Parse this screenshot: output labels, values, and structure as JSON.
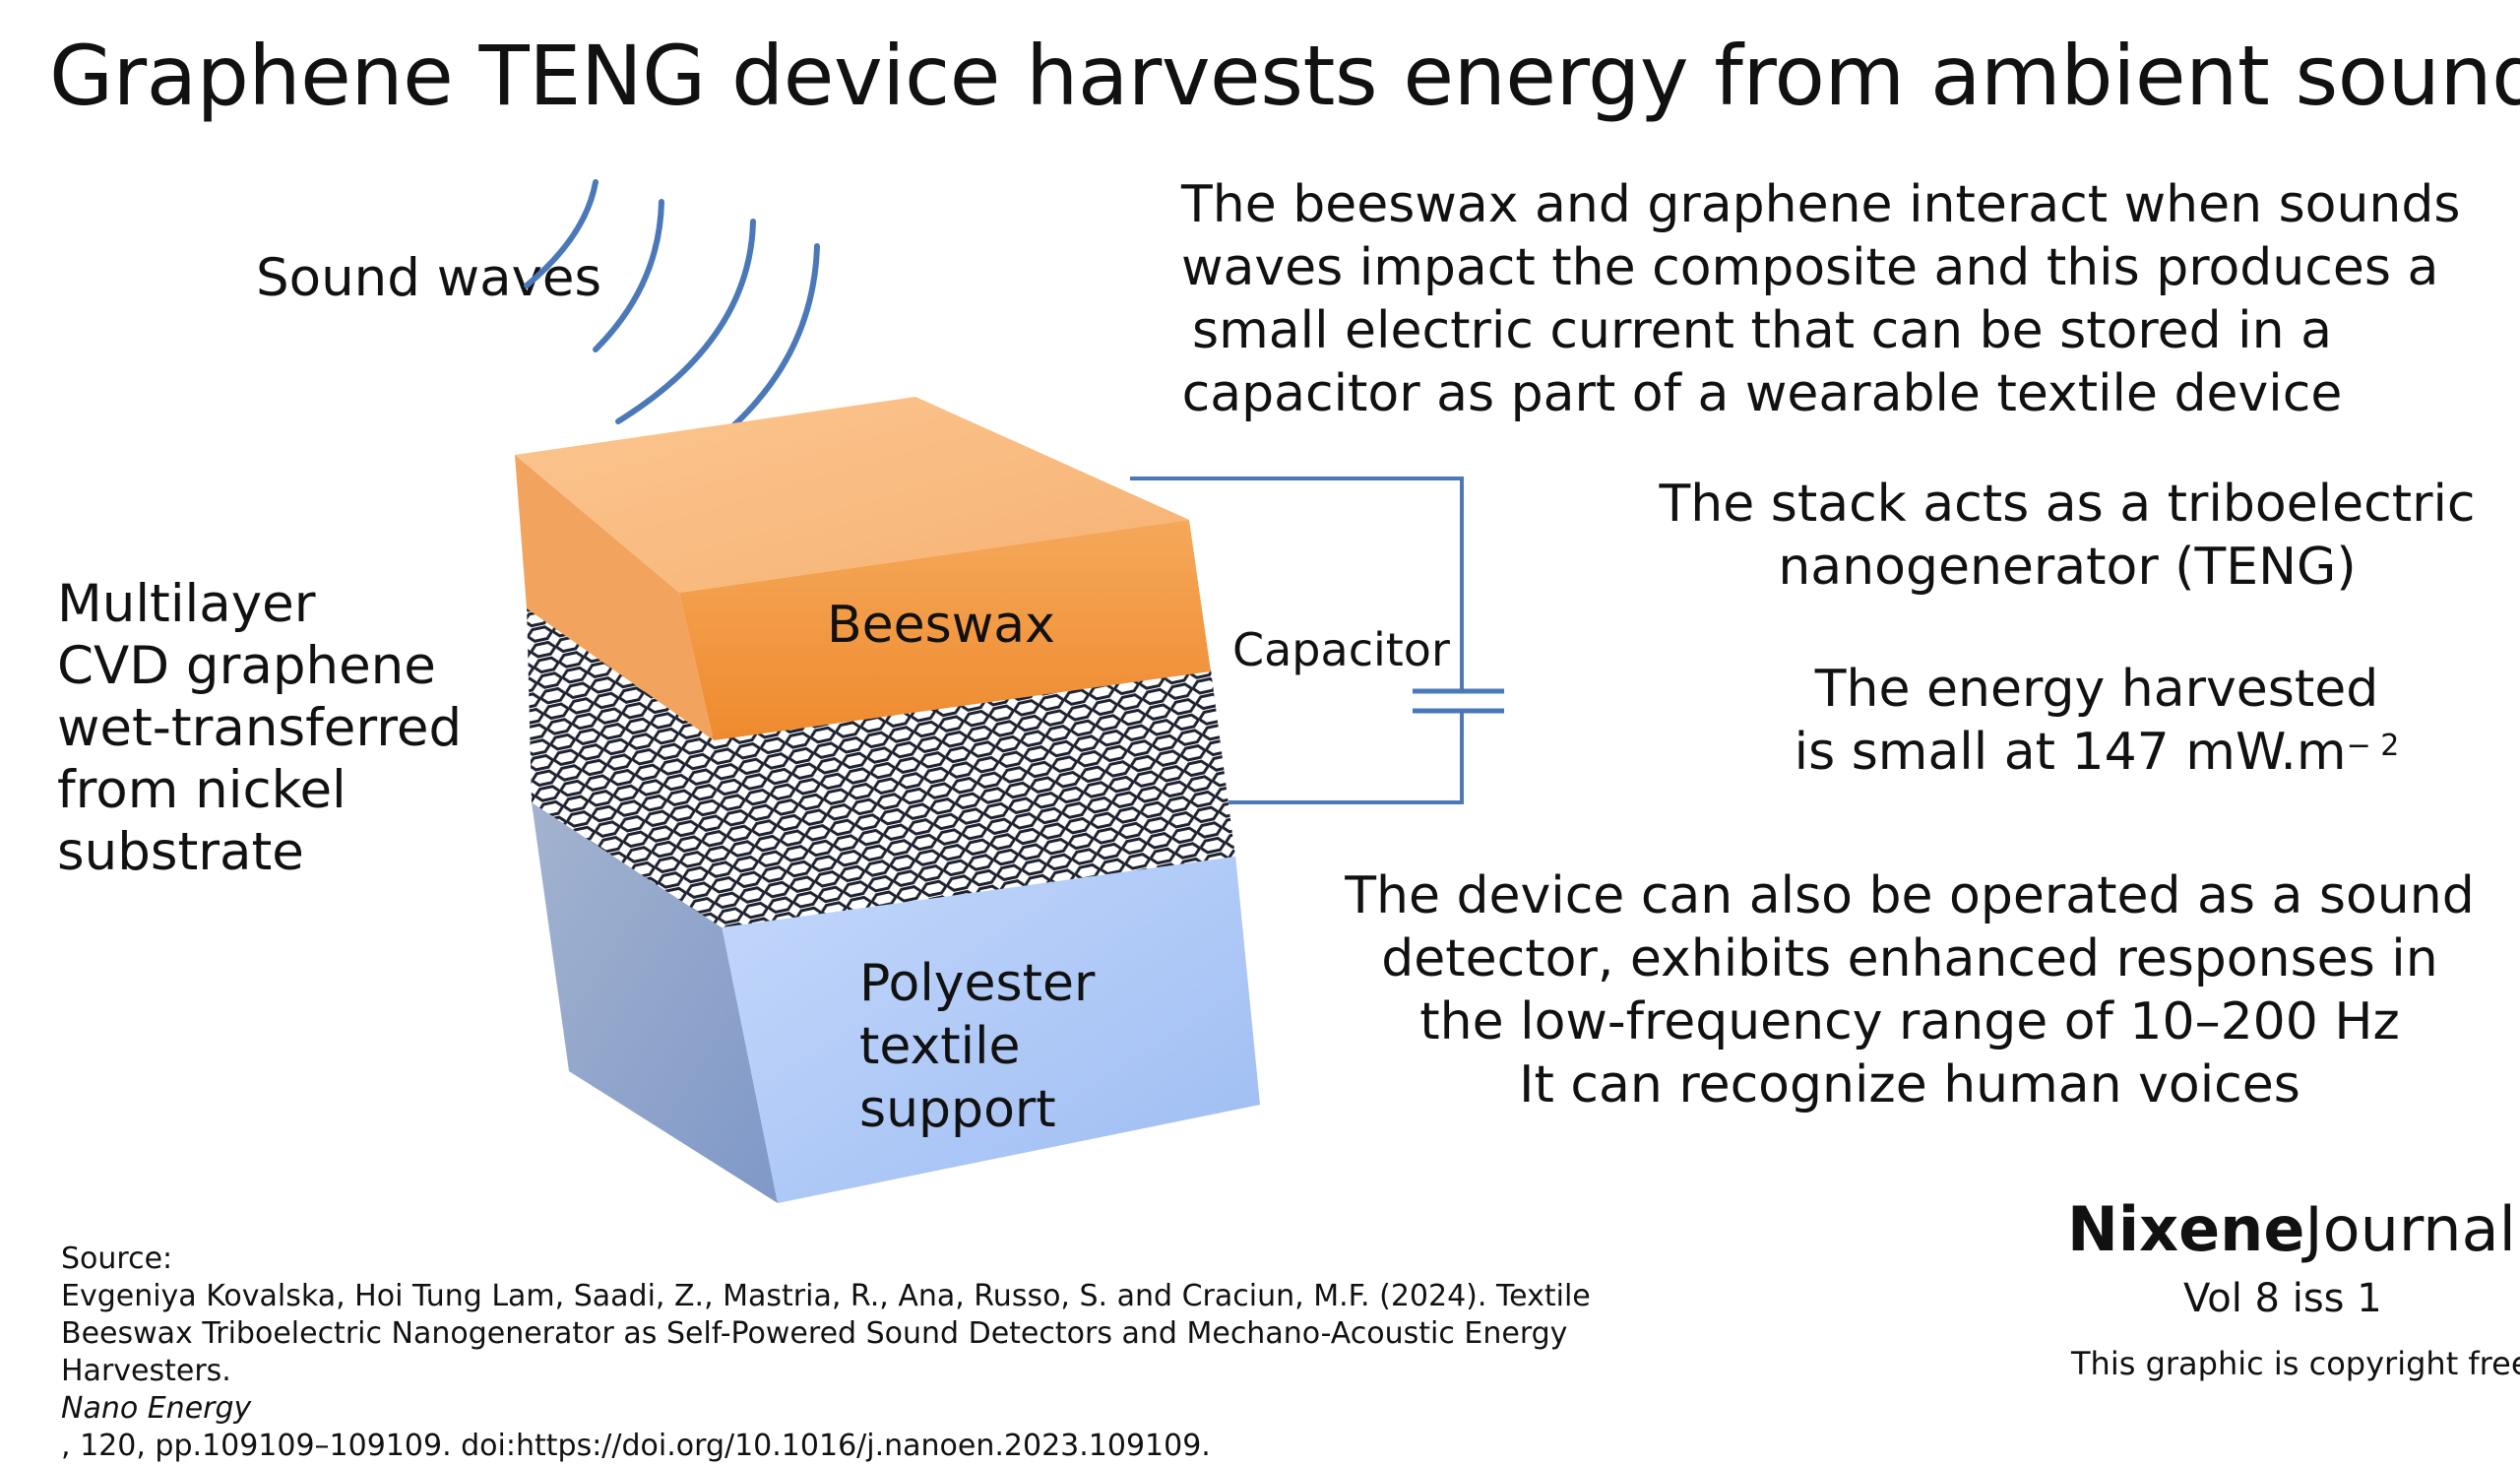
{
  "title": "Graphene TENG device harvests energy from ambient sound",
  "labels": {
    "sound_waves": "Sound waves",
    "graphene": [
      "Multilayer",
      "CVD graphene",
      "wet-transferred",
      "from  nickel",
      "substrate"
    ],
    "beeswax": "Beeswax",
    "polyester": [
      "Polyester",
      "textile",
      "support"
    ],
    "capacitor": "Capacitor"
  },
  "description": {
    "interaction": [
      "The beeswax and graphene interact when sounds",
      "waves  impact the composite and this produces a",
      "small electric current that can be stored in a",
      "capacitor as part of a wearable textile device"
    ],
    "teng": [
      "The stack acts as a triboelectric",
      "nanogenerator (TENG)"
    ],
    "energy_line1": "The energy harvested",
    "energy_line2": "is small at 147 mW.m",
    "energy_exponent": "− 2",
    "detector": [
      "The device can also be operated as a sound",
      "detector, exhibits enhanced responses in",
      "the low-frequency range of 10–200 Hz",
      "It can recognize human voices"
    ]
  },
  "source": {
    "heading": "Source:",
    "line1": "Evgeniya Kovalska, Hoi Tung Lam, Saadi, Z., Mastria, R., Ana, Russo, S. and Craciun, M.F. (2024). Textile",
    "line2": "Beeswax Triboelectric Nanogenerator as Self-Powered Sound Detectors and Mechano-Acoustic Energy",
    "line3_pre": "Harvesters. ",
    "journal": "Nano Energy",
    "line3_post": ", 120, pp.109109–109109. doi:https://doi.org/10.1016/j.nanoen.2023.109109."
  },
  "brand": {
    "bold": "Nixene",
    "regular": "Journal"
  },
  "volume": "Vol 8  iss 1",
  "copyright": "This graphic is copyright free",
  "colors": {
    "beeswax_top": "#f9bf82",
    "beeswax_front": "#f2953c",
    "polyester_front": "#a9c5f4",
    "polyester_side": "#8fa8d4",
    "wire": "#4a78b8",
    "sound_wave": "#4a78b8",
    "graphene_line": "#1e2230"
  }
}
